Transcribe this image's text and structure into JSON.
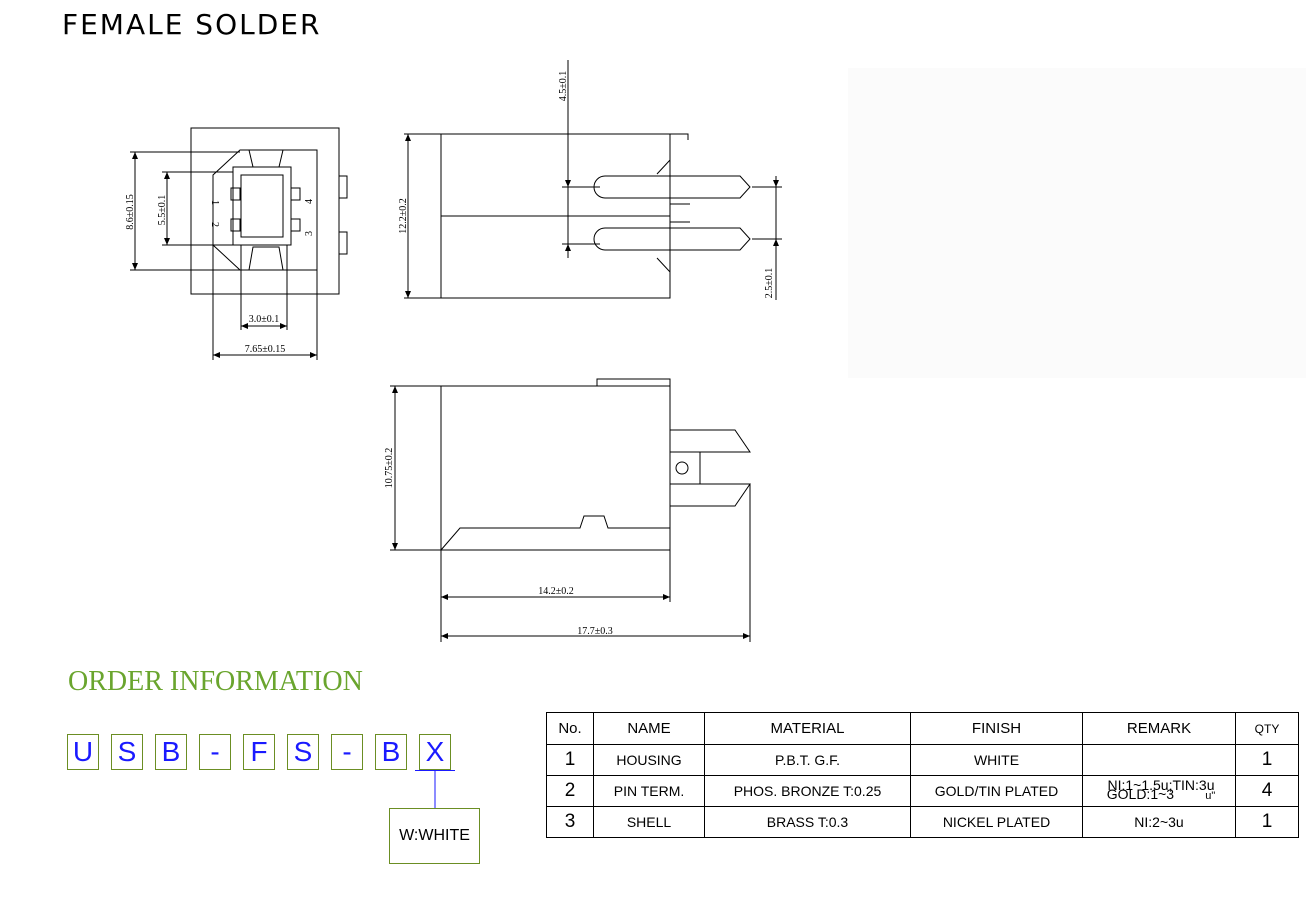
{
  "title": "FEMALE SOLDER",
  "dimensions": {
    "front_height_outer": "8.6±0.15",
    "front_height_inner": "5.5±0.1",
    "front_width_inner": "3.0±0.1",
    "front_width_outer": "7.65±0.15",
    "pin_numbers": [
      "1",
      "2",
      "3",
      "4"
    ],
    "side_height": "12.2±0.2",
    "pin_top_offset": "4.5±0.1",
    "pin_pitch": "2.5±0.1",
    "bottom_height": "10.75±0.2",
    "body_length": "14.2±0.2",
    "total_length": "17.7±0.3"
  },
  "order": {
    "title": "ORDER INFORMATION",
    "code": [
      "U",
      "S",
      "B",
      "-",
      "F",
      "S",
      "-",
      "B",
      "X"
    ],
    "variant": "W:WHITE"
  },
  "bom": {
    "headers": [
      "No.",
      "NAME",
      "MATERIAL",
      "FINISH",
      "REMARK",
      "QTY"
    ],
    "rows": [
      {
        "no": "1",
        "name": "HOUSING",
        "material": "P.B.T. G.F.",
        "finish": "WHITE",
        "remark": "",
        "qty": "1"
      },
      {
        "no": "2",
        "name": "PIN TERM.",
        "material": "PHOS. BRONZE T:0.25",
        "finish": "GOLD/TIN PLATED",
        "remark_line1": "NI:1~1.5u;TIN:3u",
        "remark_line2": "GOLD:1~3",
        "remark_unit": "u\"",
        "qty": "4"
      },
      {
        "no": "3",
        "name": "SHELL",
        "material": "BRASS T:0.3",
        "finish": "NICKEL PLATED",
        "remark": "NI:2~3u",
        "qty": "1"
      }
    ]
  }
}
